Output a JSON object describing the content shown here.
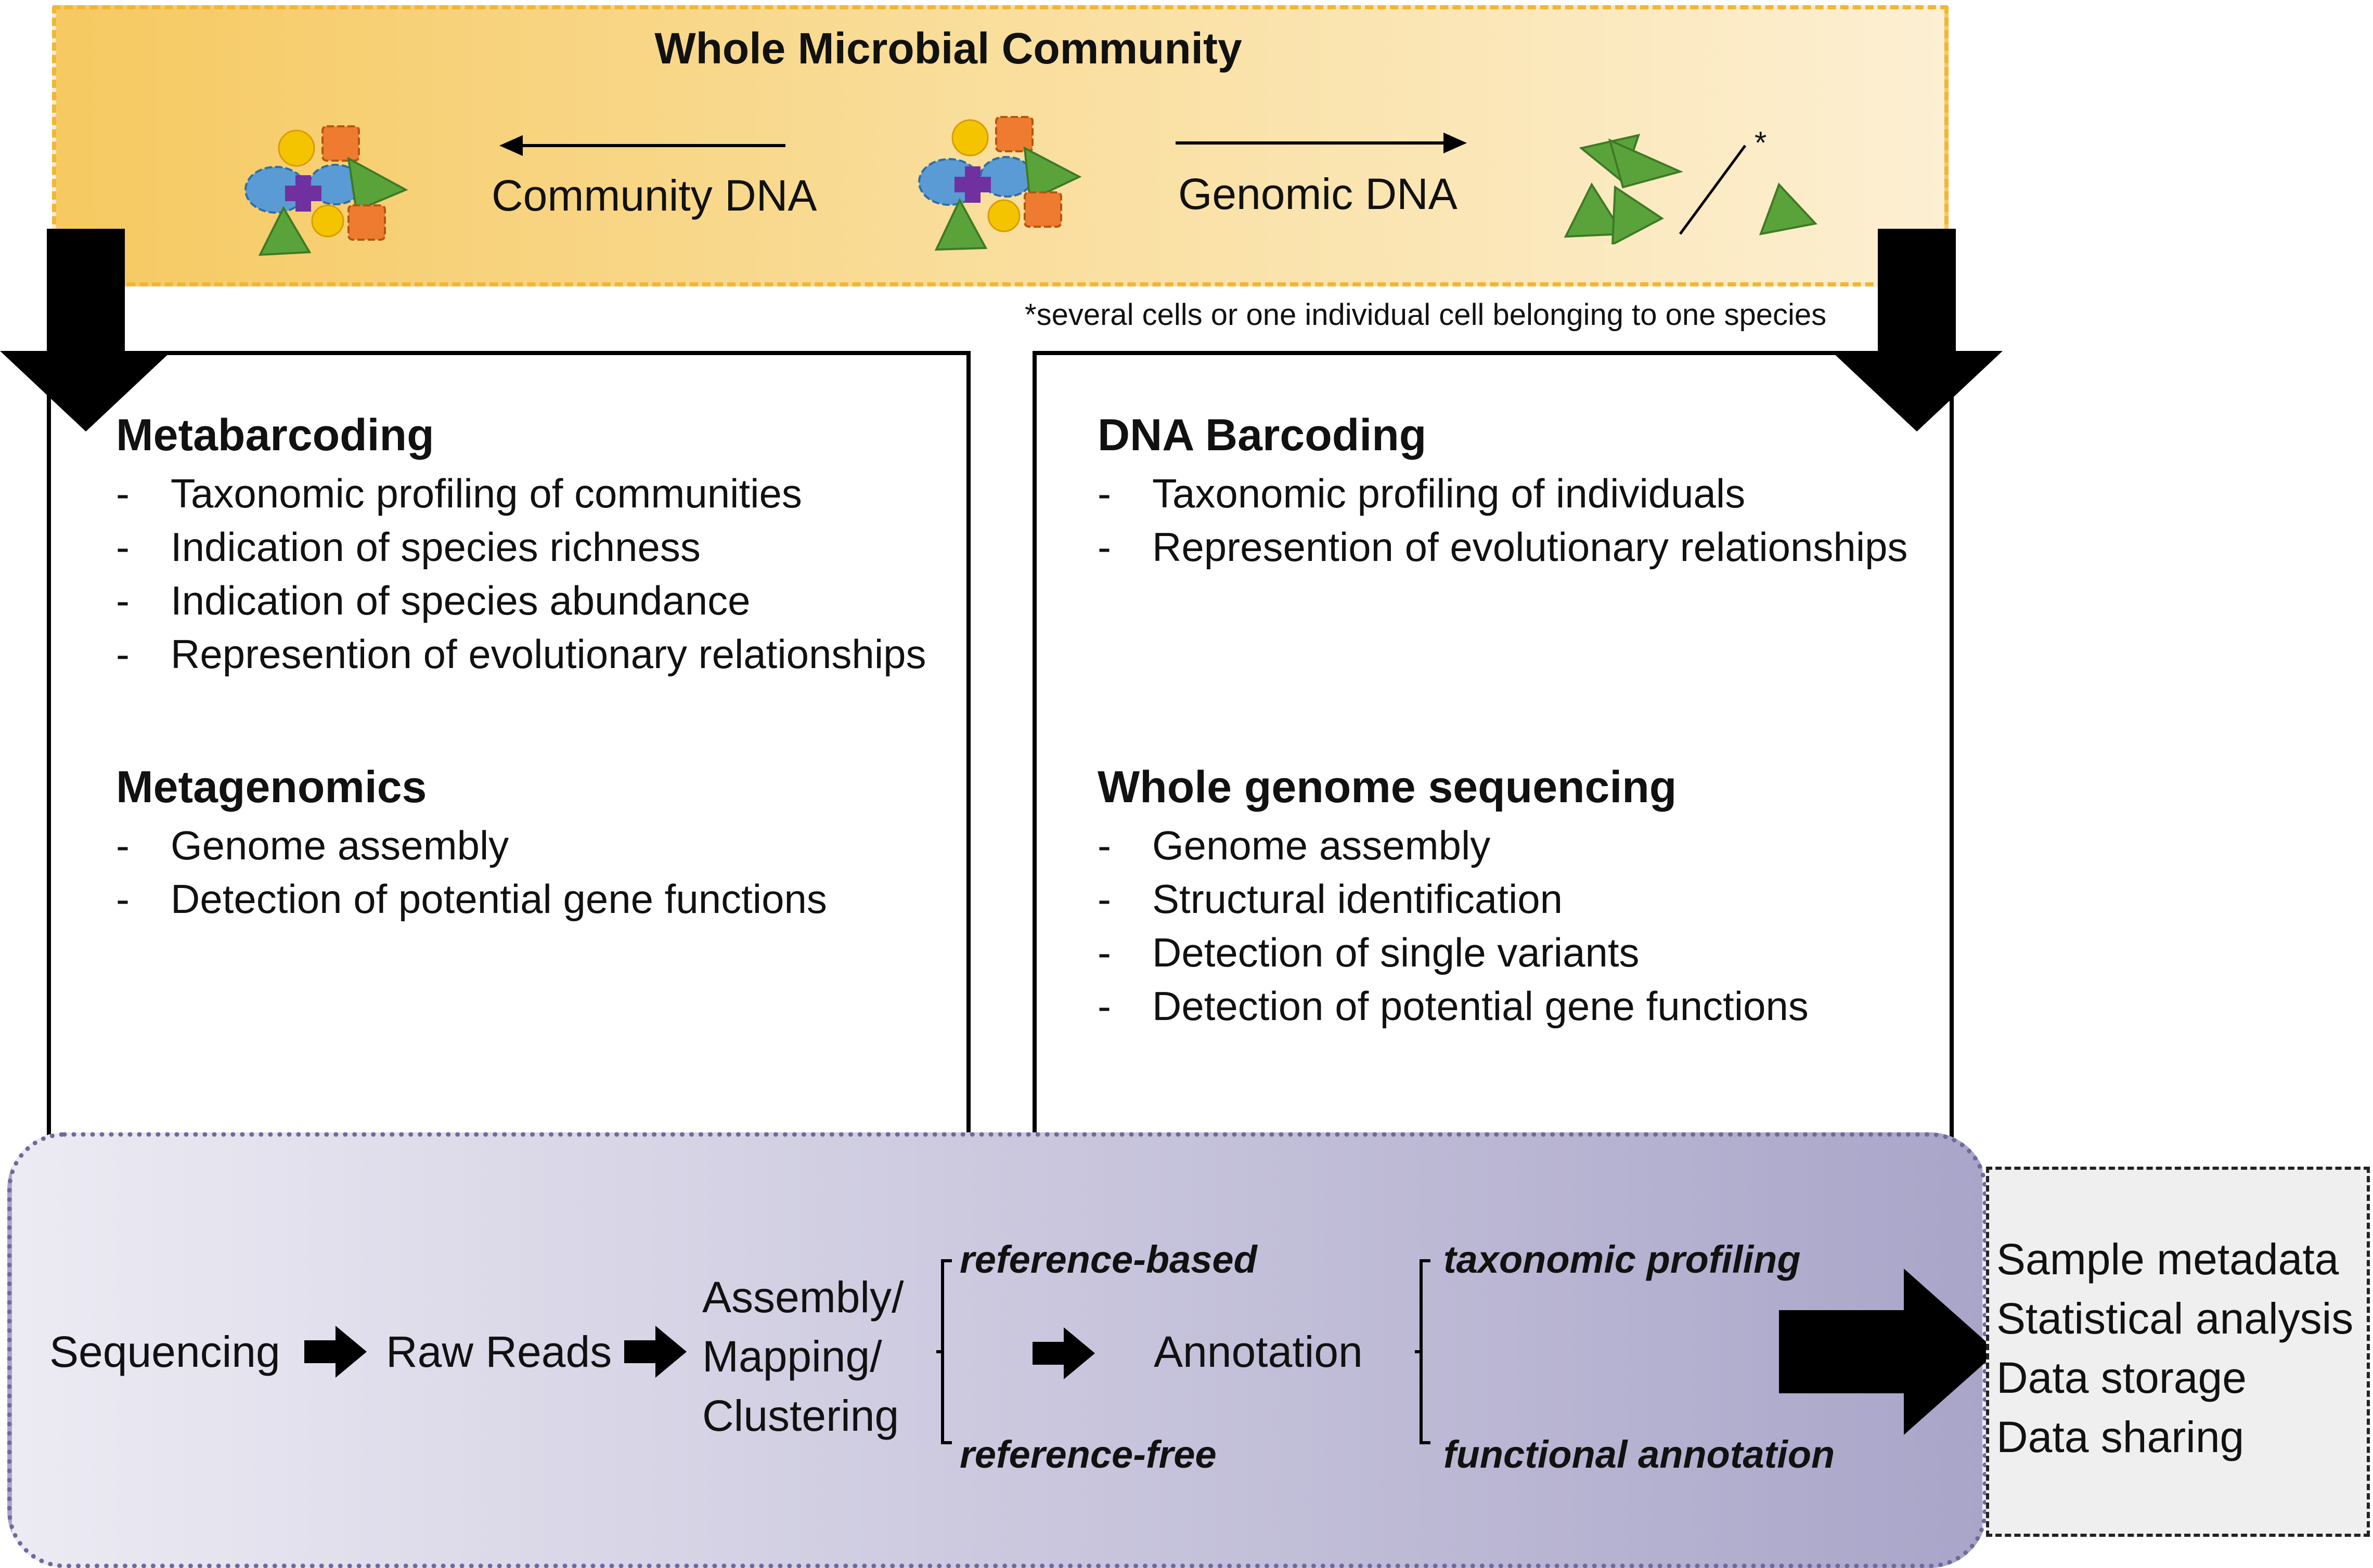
{
  "community": {
    "title": "Whole Microbial Community",
    "community_dna_label": "Community DNA",
    "genomic_dna_label": "Genomic DNA",
    "asterisk": "*",
    "footnote": "*several cells or one individual cell belonging to one species",
    "colors": {
      "fill": "#f9dc97",
      "border": "#f2b632"
    }
  },
  "left_box": {
    "sections": [
      {
        "title": "Metabarcoding",
        "items": [
          "Taxonomic profiling of communities",
          "Indication of species richness",
          "Indication of species abundance",
          "Represention of evolutionary relationships"
        ]
      },
      {
        "title": "Metagenomics",
        "items": [
          "Genome assembly",
          "Detection of potential gene functions"
        ]
      }
    ]
  },
  "right_box": {
    "sections": [
      {
        "title": "DNA Barcoding",
        "items": [
          "Taxonomic profiling of individuals",
          "Represention of evolutionary relationships"
        ]
      },
      {
        "title": "Whole genome sequencing",
        "items": [
          "Genome assembly",
          "Structural identification",
          "Detection of single variants",
          "Detection of potential gene functions"
        ]
      }
    ]
  },
  "workflow": {
    "sequencing": "Sequencing",
    "raw_reads": "Raw Reads",
    "assembly_lines": [
      "Assembly/",
      "Mapping/",
      "Clustering"
    ],
    "reference_based": "reference-based",
    "reference_free": "reference-free",
    "annotation": "Annotation",
    "taxonomic_profiling": "taxonomic profiling",
    "functional_annotation": "functional annotation",
    "colors": {
      "fill": "#cfcce1",
      "border": "#6f6a9c"
    }
  },
  "outputs": {
    "items": [
      "Sample metadata",
      "Statistical analysis",
      "Data storage",
      "Data sharing"
    ]
  },
  "icon_colors": {
    "green": "#5aa33a",
    "orange": "#ee7b30",
    "yellow": "#f5c400",
    "blue": "#5b9bd5",
    "purple": "#7030a0"
  }
}
